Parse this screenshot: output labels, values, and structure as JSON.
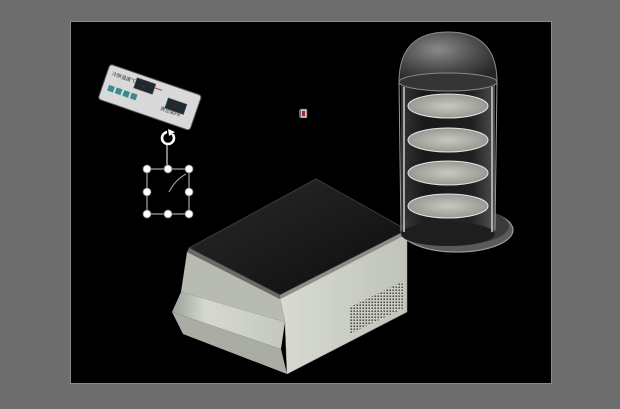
{
  "editor": {
    "canvas_background": "#6d6d6d",
    "slide_background": "#000000"
  },
  "slide": {
    "shapes": [
      {
        "name": "control-panel-picture",
        "kind": "picture",
        "selected": false
      },
      {
        "name": "small-icon-picture",
        "kind": "picture",
        "selected": false
      },
      {
        "name": "arc-shape",
        "kind": "shape",
        "selected": true
      },
      {
        "name": "freeze-dryer-picture",
        "kind": "picture",
        "selected": false
      }
    ],
    "control_panel": {
      "left_label": "冷阱温度℃",
      "right_label": "真空度Pa",
      "left_display": "-",
      "right_display": "-",
      "brand_text": "",
      "display_color": "#e01818"
    },
    "selection": {
      "rotate_handle": "rotate-icon",
      "handle_count": 8,
      "handle_color": "#ffffff"
    }
  }
}
